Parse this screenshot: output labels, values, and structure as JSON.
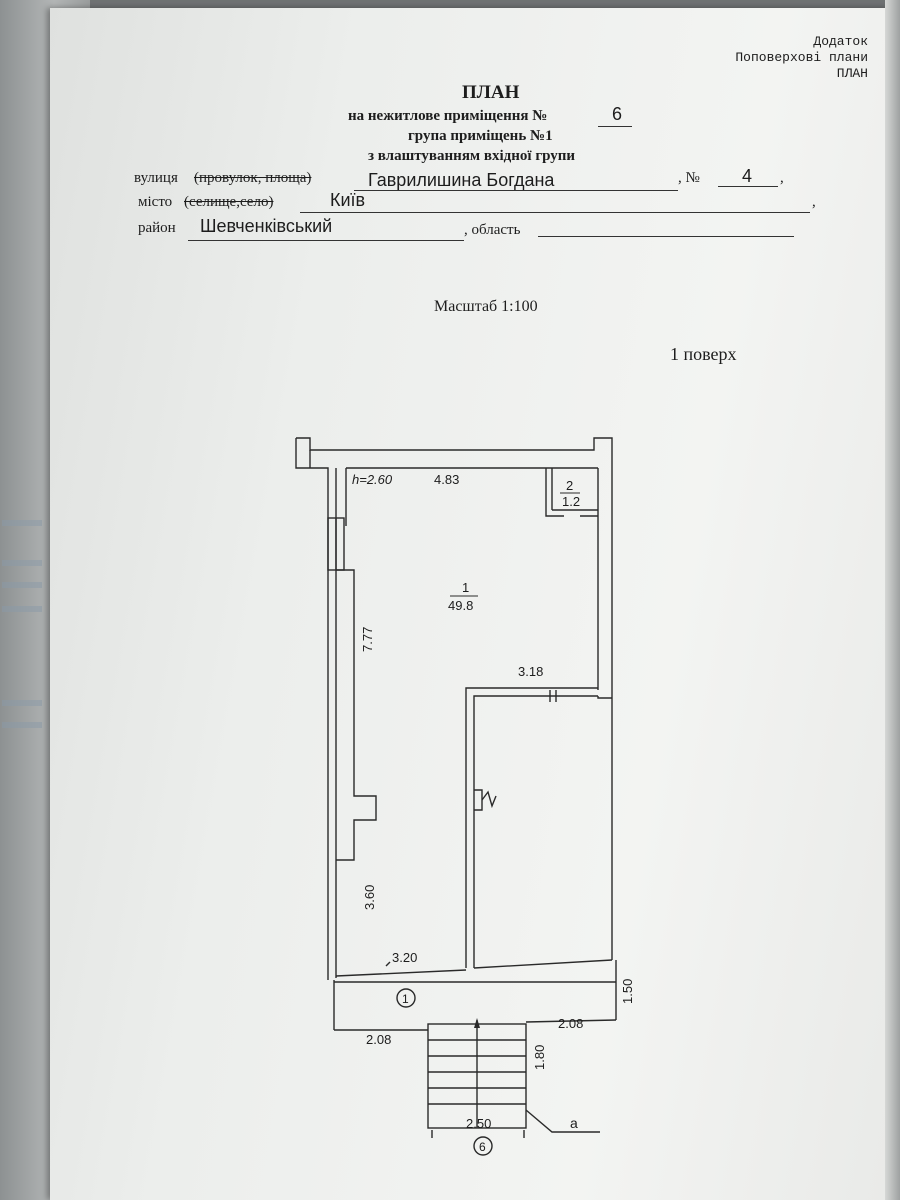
{
  "header": {
    "line1": "Додаток",
    "line2": "Поповерхові плани",
    "line3": "ПЛАН"
  },
  "title": "ПЛАН",
  "subtitle": {
    "line1_label": "на нежитлове приміщення №",
    "line1_value": "6",
    "line2": "група приміщень №1",
    "line3": "з влаштуванням вхідної групи"
  },
  "address": {
    "street_label": "вулиця",
    "street_struck": "(провулок, площа)",
    "street_value": "Гаврилишина Богдана",
    "number_label": ", №",
    "number_value": "4",
    "comma": ",",
    "city_label": "місто",
    "city_struck": "(селище,село)",
    "city_value": "Київ",
    "district_label": "район",
    "district_value": "Шевченківський",
    "region_label": ", область"
  },
  "scale": "Масштаб 1:100",
  "floor": "1 поверх",
  "plan": {
    "height": "h=2.60",
    "dim_top": "4.83",
    "room2_number": "2",
    "room2_area": "1.2",
    "room1_number": "1",
    "room1_area": "49.8",
    "dim_left_upper": "7.77",
    "dim_mid": "3.18",
    "dim_left_lower": "3.60",
    "dim_bottom_inner": "3.20",
    "dim_right": "1.50",
    "marker_1": "1",
    "dim_porch_left": "2.08",
    "dim_porch_right": "2.08",
    "dim_stairs": "1.80",
    "dim_stairs_width": "2.50",
    "marker_6": "6",
    "marker_a": "а"
  }
}
